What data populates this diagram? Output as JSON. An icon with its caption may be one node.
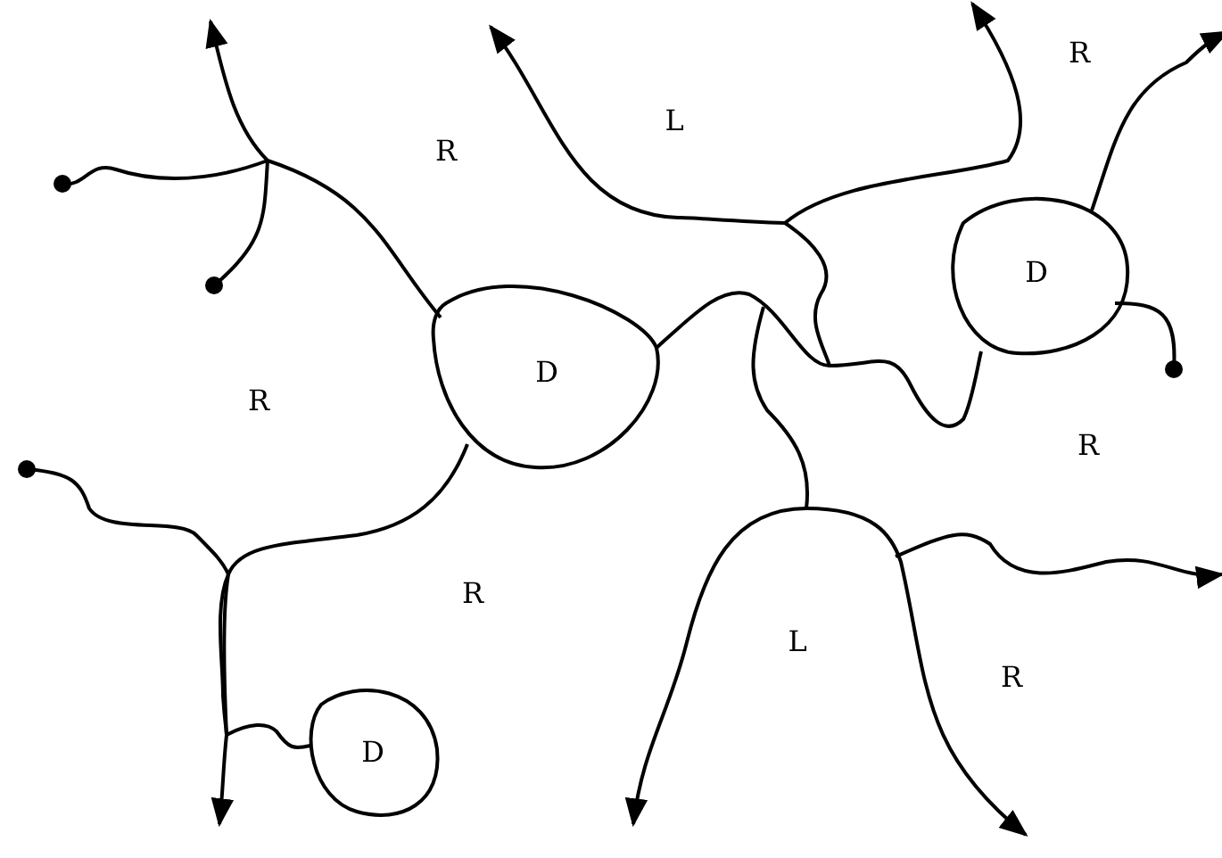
{
  "diagram": {
    "nodes": [
      {
        "text": [
          "D"
        ]
      },
      {
        "text": [
          "D"
        ]
      },
      {
        "text": [
          "D"
        ]
      }
    ],
    "edges": [
      {
        "from": 1,
        "to": 0,
        "arrow": "none"
      },
      {
        "from": 1,
        "to": 2,
        "arrow": "none"
      }
    ],
    "labels": [
      "R",
      "L",
      "R",
      "R",
      "R",
      "R",
      "L",
      "R"
    ]
  }
}
